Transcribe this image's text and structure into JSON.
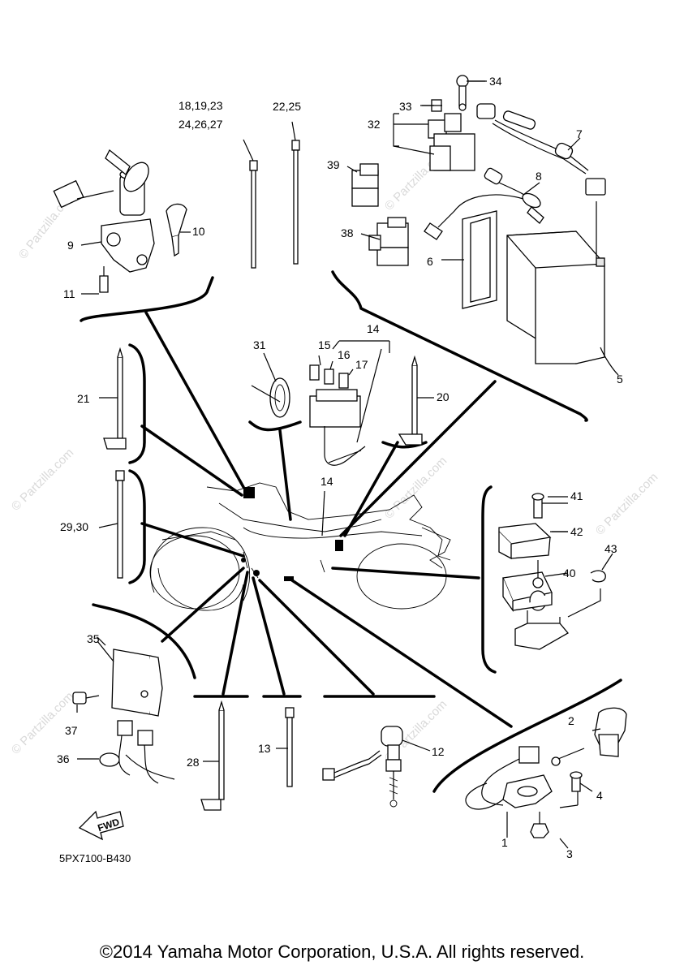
{
  "watermark": "© Partzilla.com",
  "diagram_code": "5PX7100-B430",
  "fwd_label": "FWD",
  "copyright": "©2014 Yamaha Motor Corporation, U.S.A. All rights reserved.",
  "callouts": {
    "c1": "1",
    "c2": "2",
    "c3": "3",
    "c4": "4",
    "c5": "5",
    "c6": "6",
    "c7": "7",
    "c8": "8",
    "c9": "9",
    "c10": "10",
    "c11": "11",
    "c12": "12",
    "c13": "13",
    "c14a": "14",
    "c14b": "14",
    "c15": "15",
    "c16": "16",
    "c17": "17",
    "c18": "18,19,23",
    "c18b": "24,26,27",
    "c20": "20",
    "c21": "21",
    "c22": "22,25",
    "c28": "28",
    "c29": "29,30",
    "c31": "31",
    "c32": "32",
    "c33": "33",
    "c34": "34",
    "c35": "35",
    "c36": "36",
    "c37": "37",
    "c38": "38",
    "c39": "39",
    "c40": "40",
    "c41": "41",
    "c42": "42",
    "c43": "43"
  }
}
